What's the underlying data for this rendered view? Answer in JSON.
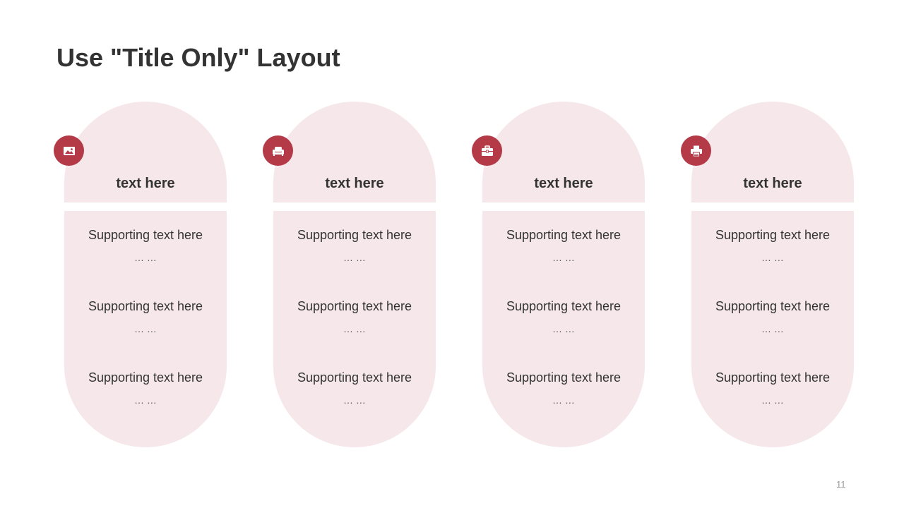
{
  "slide": {
    "title": "Use \"Title Only\" Layout",
    "page_number": "11",
    "accent_color": "#b43a48",
    "card_color": "#f6e8ea"
  },
  "cards": [
    {
      "icon": "image-icon",
      "heading": "text here",
      "items": [
        {
          "text": "Supporting text here",
          "dots": "… …"
        },
        {
          "text": "Supporting text here",
          "dots": "… …"
        },
        {
          "text": "Supporting text here",
          "dots": "… …"
        }
      ]
    },
    {
      "icon": "armchair-icon",
      "heading": "text here",
      "items": [
        {
          "text": "Supporting text here",
          "dots": "… …"
        },
        {
          "text": "Supporting text here",
          "dots": "… …"
        },
        {
          "text": "Supporting text here",
          "dots": "… …"
        }
      ]
    },
    {
      "icon": "toolbox-icon",
      "heading": "text here",
      "items": [
        {
          "text": "Supporting text here",
          "dots": "… …"
        },
        {
          "text": "Supporting text here",
          "dots": "… …"
        },
        {
          "text": "Supporting text here",
          "dots": "… …"
        }
      ]
    },
    {
      "icon": "printer-icon",
      "heading": "text here",
      "items": [
        {
          "text": "Supporting text here",
          "dots": "… …"
        },
        {
          "text": "Supporting text here",
          "dots": "… …"
        },
        {
          "text": "Supporting text here",
          "dots": "… …"
        }
      ]
    }
  ]
}
